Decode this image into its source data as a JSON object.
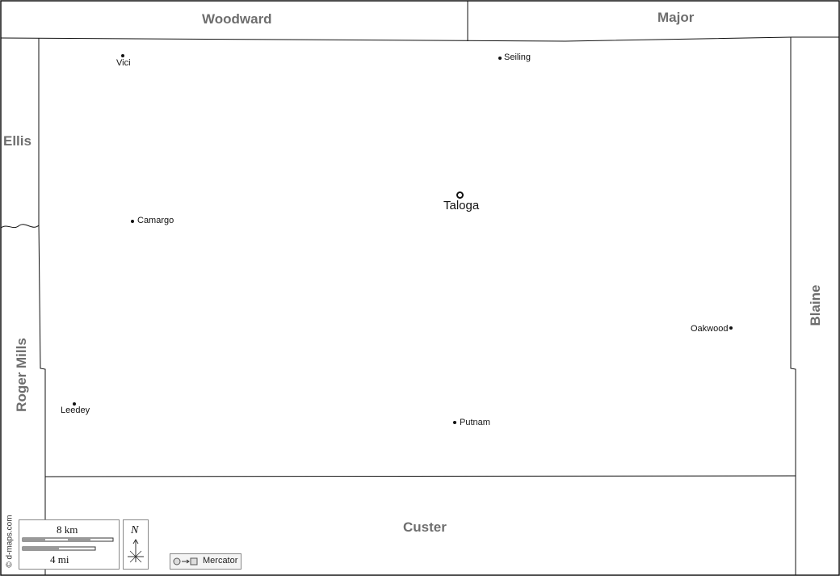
{
  "counties": {
    "woodward": "Woodward",
    "major": "Major",
    "ellis": "Ellis",
    "roger_mills": "Roger Mills",
    "blaine": "Blaine",
    "custer": "Custer"
  },
  "seat": {
    "name": "Taloga"
  },
  "towns": {
    "vici": "Vici",
    "seiling": "Seiling",
    "camargo": "Camargo",
    "oakwood": "Oakwood",
    "leedey": "Leedey",
    "putnam": "Putnam"
  },
  "scale": {
    "km": "8 km",
    "mi": "4 mi"
  },
  "north": "N",
  "projection": "Mercator",
  "credit": "© d-maps.com",
  "colors": {
    "border": "#111111",
    "label": "#6e6e6e",
    "background": "#ffffff"
  }
}
